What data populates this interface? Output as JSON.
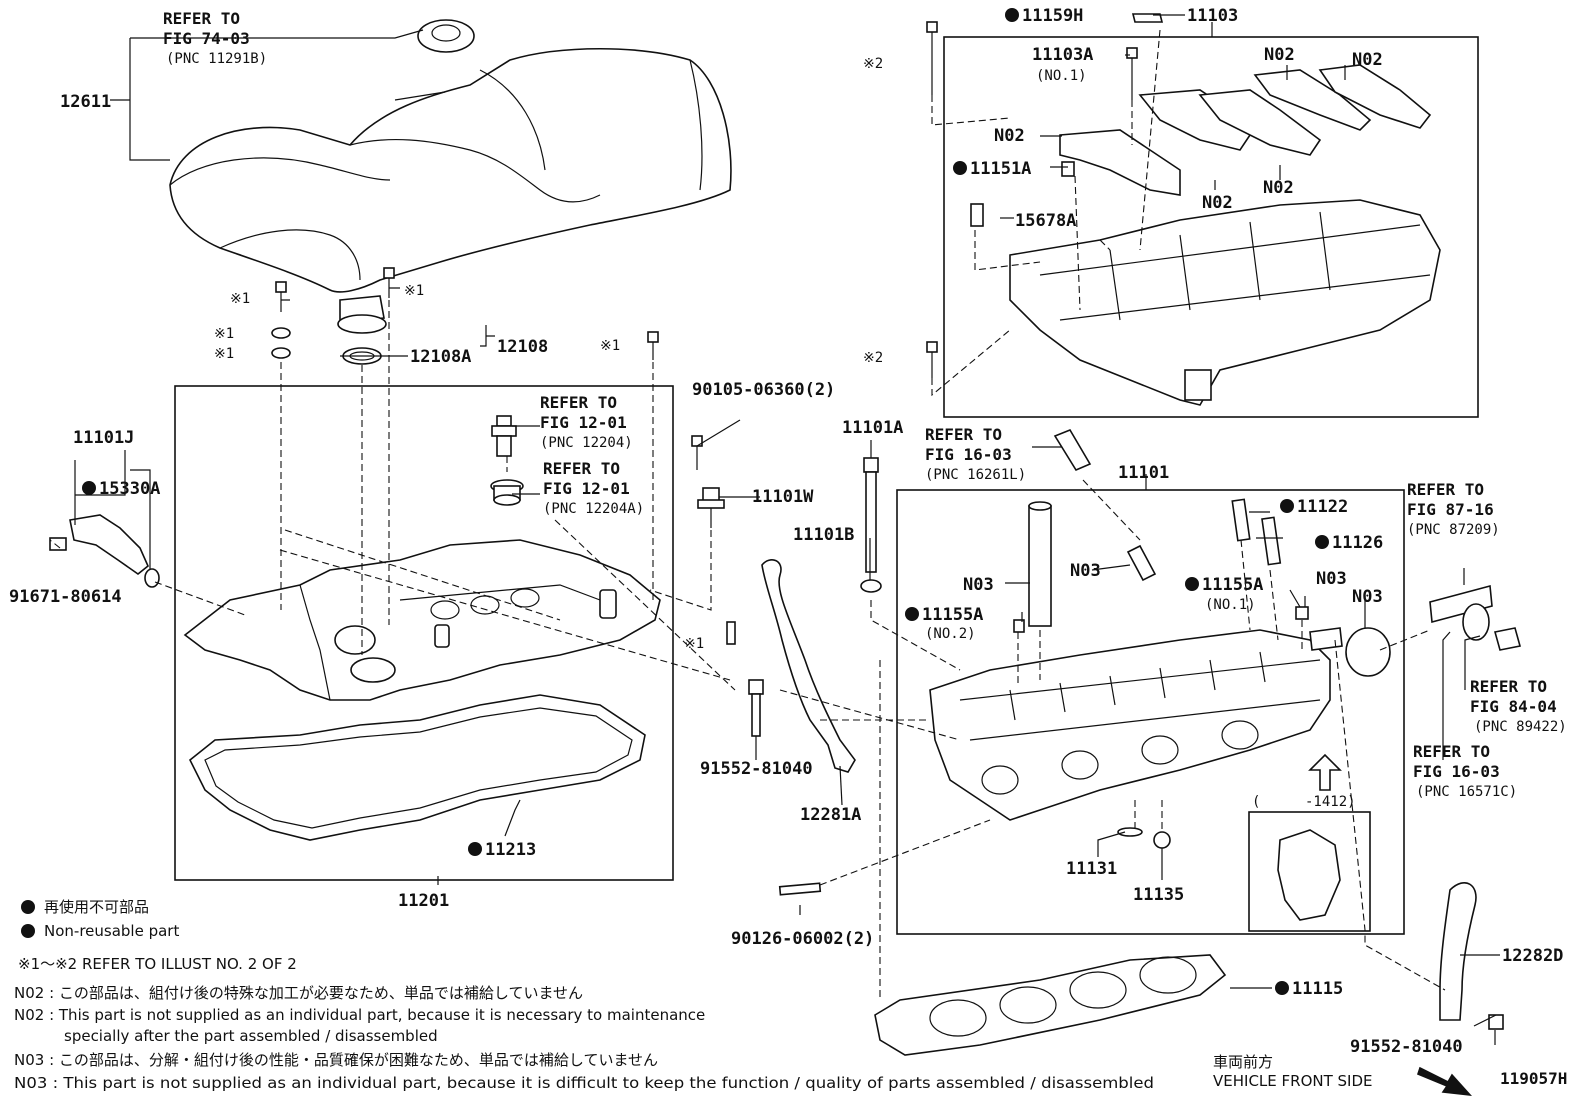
{
  "labels": {
    "refer_cover_1": "REFER TO",
    "refer_cover_2": "FIG 74-03",
    "refer_cover_3": "(PNC 11291B)",
    "p12611": "12611",
    "mark1_a": "※1",
    "mark1_b": "※1",
    "mark1_c": "※1",
    "mark1_d": "※1",
    "mark1_e": "※1",
    "mark1_f": "※1",
    "mark2_a": "※2",
    "mark2_b": "※2",
    "p12108": "12108",
    "p12108A": "12108A",
    "p11101J": "11101J",
    "p15330A": "15330A",
    "p91671": "91671-80614",
    "refer_pcv1_1": "REFER TO",
    "refer_pcv1_2": "FIG 12-01",
    "refer_pcv1_3": "(PNC 12204)",
    "refer_pcv2_1": "REFER TO",
    "refer_pcv2_2": "FIG 12-01",
    "refer_pcv2_3": "(PNC 12204A)",
    "p90105": "90105-06360(2)",
    "p11101W": "11101W",
    "p11213": "11213",
    "p11201": "11201",
    "p11159H": "11159H",
    "p11103": "11103",
    "p11103A": "11103A",
    "p11103A_no": "(NO.1)",
    "n02_1": "N02",
    "n02_2": "N02",
    "n02_3": "N02",
    "n02_4": "N02",
    "n02_5": "N02",
    "p11151A": "11151A",
    "p15678A": "15678A",
    "p11101A": "11101A",
    "refer_1603a_1": "REFER TO",
    "refer_1603a_2": "FIG 16-03",
    "refer_1603a_3": "(PNC 16261L)",
    "p11101": "11101",
    "p11101B": "11101B",
    "p11122": "11122",
    "p11126": "11126",
    "refer_8716_1": "REFER TO",
    "refer_8716_2": "FIG 87-16",
    "refer_8716_3": "(PNC 87209)",
    "n03_1": "N03",
    "n03_2": "N03",
    "n03_3": "N03",
    "n03_4": "N03",
    "p11155A_1": "11155A",
    "p11155A_1_no": "(NO.1)",
    "p11155A_2": "11155A",
    "p11155A_2_no": "(NO.2)",
    "refer_8404_1": "REFER TO",
    "refer_8404_2": "FIG 84-04",
    "refer_8404_3": "(PNC 89422)",
    "refer_1603b_1": "REFER TO",
    "refer_1603b_2": "FIG 16-03",
    "refer_1603b_3": "(PNC 16571C)",
    "p91552_a": "91552-81040",
    "p12281A": "12281A",
    "p11131": "11131",
    "p11135": "11135",
    "inset_open": "(",
    "inset_code": "-1412)",
    "p90126": "90126-06002(2)",
    "p11115": "11115",
    "p12282D": "12282D",
    "p91552_b": "91552-81040",
    "vehicle_front_jp": "車両前方",
    "vehicle_front_en": "VEHICLE FRONT SIDE",
    "illust_no": "119057H"
  },
  "notes": {
    "legend_jp": "再使用不可部品",
    "legend_en": "Non-reusable part",
    "refer_illust": "※1～※2  REFER TO ILLUST NO. 2 OF 2",
    "n02_jp": "N02 : この部品は、組付け後の特殊な加工が必要なため、単品では補給していません",
    "n02_en_1": "N02 : This part is not supplied as an individual part, because it is necessary to maintenance",
    "n02_en_2": "specially after the part assembled / disassembled",
    "n03_jp": "N03 : この部品は、分解・組付け後の性能・品質確保が困難なため、単品では補給していません",
    "n03_en": "N03 : This part is not supplied as an individual part, because it is difficult to keep the function / quality of parts  assembled / disassembled"
  }
}
